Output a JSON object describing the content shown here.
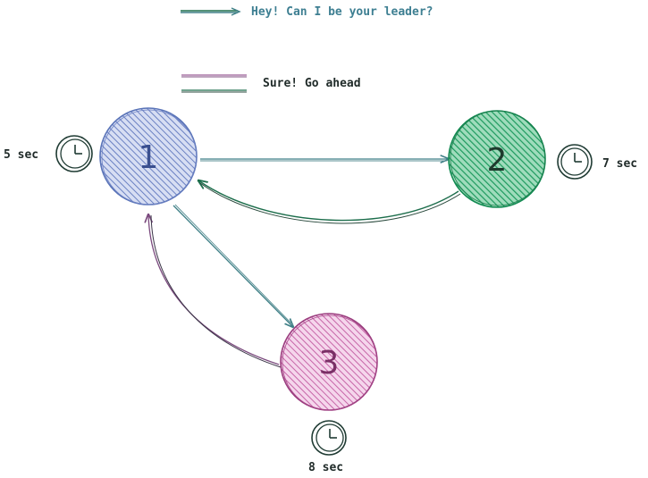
{
  "legend": {
    "request_label": "Hey! Can I be your leader?",
    "ack_label": "Sure! Go ahead"
  },
  "nodes": [
    {
      "id": "1",
      "label": "1",
      "timer": "5 sec",
      "color": "#5a74b8",
      "fill": "#a9b7e3"
    },
    {
      "id": "2",
      "label": "2",
      "timer": "7 sec",
      "color": "#138a52",
      "fill": "#3fb37a"
    },
    {
      "id": "3",
      "label": "3",
      "timer": "8 sec",
      "color": "#9a3d7e",
      "fill": "#e3a3cf"
    }
  ],
  "colors": {
    "request": "#3e7f86",
    "ack_purple": "#7b4a7e",
    "ack_green": "#1d6e4c",
    "text_request": "#3e7f92",
    "text_dark": "#1f2a28"
  }
}
